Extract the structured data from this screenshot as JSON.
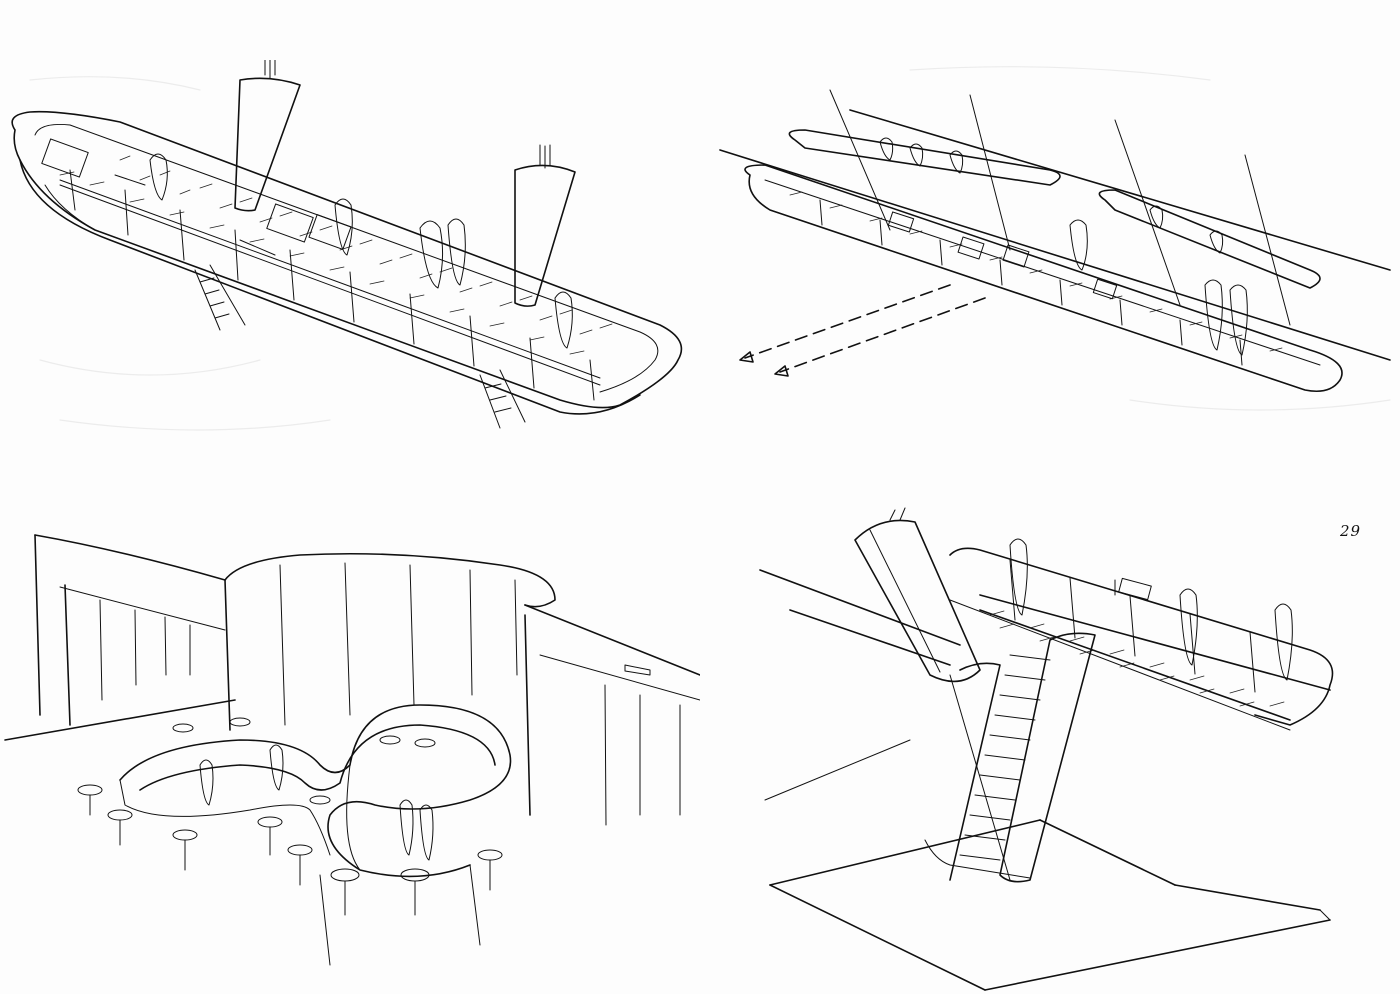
{
  "sheet": {
    "page_number": "29",
    "ink_color": "#111111",
    "paper_color": "#fdfdfd"
  },
  "panels": [
    {
      "id": "hanging-gallery-perspective",
      "label": ""
    },
    {
      "id": "parallel-galleries-perspective",
      "label": ""
    },
    {
      "id": "bar-counter-interior",
      "label": ""
    },
    {
      "id": "gallery-with-stair",
      "label": ""
    }
  ]
}
